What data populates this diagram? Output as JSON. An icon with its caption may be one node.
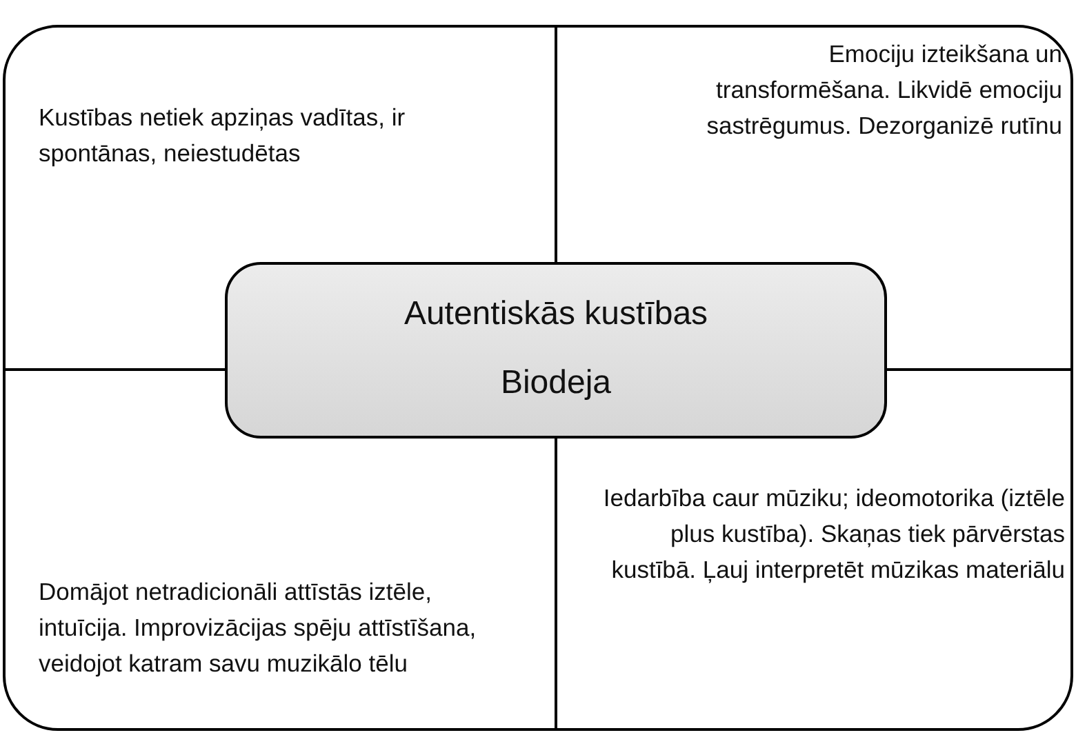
{
  "diagram": {
    "nodes": [
      {
        "text": [],
        "shape": "box"
      },
      {
        "text": [
          "Kustības netiek apziņas vadītas, ir spontānas, neiestudētas"
        ],
        "in": 0
      },
      {
        "text": [
          "Emociju izteikšana un transformēšana. Likvidē emociju sastrēgumus. Dezorganizē rutīnu"
        ],
        "in": 0
      },
      {
        "text": [
          "Autentiskās kustības",
          "Biodeja"
        ],
        "in": 0
      },
      {
        "text": [
          "Domājot netradicionāli attīstās iztēle, intuīcija. Improvizācijas spēju attīstīšana, veidojot katram savu muzikālo tēlu"
        ],
        "in": 0
      },
      {
        "text": [
          "Iedarbība caur mūziku; ideomotorika (iztēle plus kustība). Skaņas tiek pārvērstas kustībā. Ļauj interpretēt mūzikas materiālu"
        ],
        "in": 0
      }
    ]
  }
}
